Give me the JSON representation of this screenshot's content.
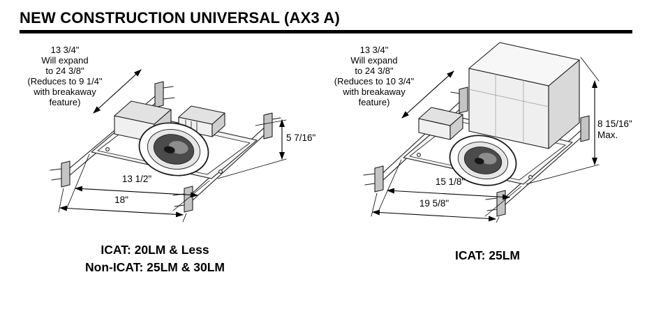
{
  "title": "NEW CONSTRUCTION UNIVERSAL (AX3 A)",
  "left_figure": {
    "note_lines": [
      "13 3/4\"",
      "Will expand",
      "to 24 3/8\"",
      "(Reduces to 9 1/4\"",
      "with breakaway",
      "feature)"
    ],
    "height_dim": "5 7/16\"",
    "width_dim_inner": "13 1/2\"",
    "width_dim_outer": "18\"",
    "caption_line1": "ICAT: 20LM & Less",
    "caption_line2": "Non-ICAT: 25LM & 30LM"
  },
  "right_figure": {
    "note_lines": [
      "13 3/4\"",
      "Will expand",
      "to 24 3/8\"",
      "(Reduces to 10 3/4\"",
      "with breakaway",
      "feature)"
    ],
    "height_dim_line1": "8 15/16\"",
    "height_dim_line2": "Max.",
    "width_dim_inner": "15 1/8\"",
    "width_dim_outer": "19 5/8\"",
    "caption_line1": "ICAT: 25LM"
  },
  "colors": {
    "ink": "#000000",
    "paper": "#ffffff"
  }
}
